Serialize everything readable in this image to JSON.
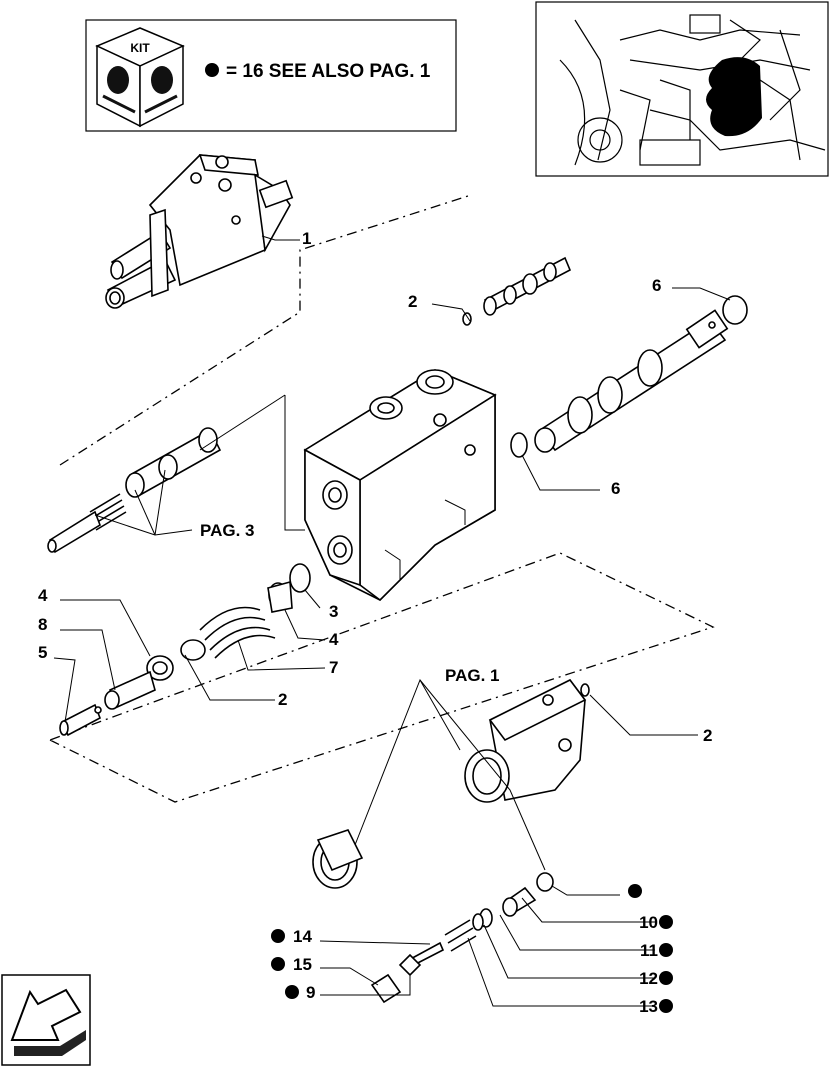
{
  "kit_box": {
    "kit_label": "KIT",
    "note": "= 16 SEE ALSO PAG. 1",
    "note_marker": "filled-circle",
    "logo": "new-holland-kit-cube"
  },
  "inset": {
    "description_icon": "tractor-engine-location-photo"
  },
  "callouts": {
    "c1": "1",
    "c2_top": "2",
    "c6_top": "6",
    "c6_mid": "6",
    "pag3": "PAG. 3",
    "c3": "3",
    "c4_right": "4",
    "c7": "7",
    "c4_left": "4",
    "c8": "8",
    "c5": "5",
    "c2_lower": "2",
    "pag1": "PAG. 1",
    "c2_right": "2",
    "c10": "10",
    "c11": "11",
    "c12": "12",
    "c13": "13",
    "c14": "14",
    "c15": "15",
    "c9": "9"
  },
  "nav": {
    "icon": "previous-page-arrow"
  }
}
